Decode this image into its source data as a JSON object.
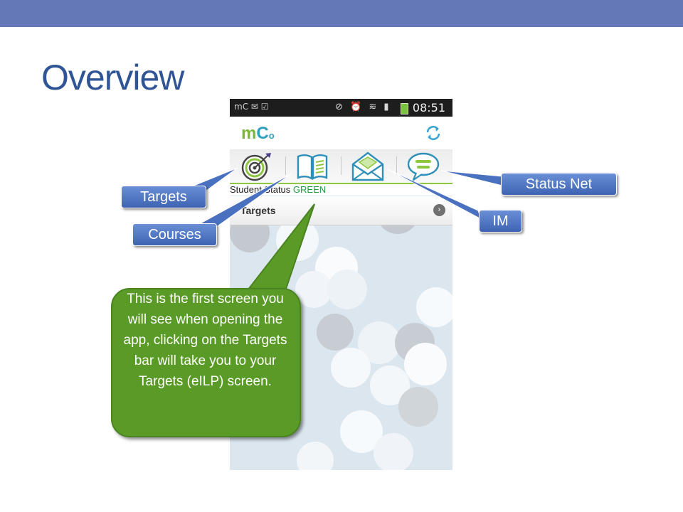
{
  "slide": {
    "title": "Overview"
  },
  "phone": {
    "status_bar": {
      "left_text": "mC",
      "time": "08:51"
    },
    "app": {
      "logo_m": "m",
      "logo_c": "C",
      "logo_o": "o",
      "student_status_label": "Student Status",
      "student_status_value": "GREEN",
      "targets_bar_label": "Targets"
    }
  },
  "callouts": {
    "targets": "Targets",
    "courses": "Courses",
    "status_net": "Status Net",
    "im": "IM",
    "info": "This is the first screen you will see when opening the app, clicking on the Targets bar will take you to your Targets (eILP) screen."
  },
  "colors": {
    "header_bar": "#6478b8",
    "title": "#2f5597",
    "callout_blue": "#4a70c0",
    "callout_green": "#5a9a26",
    "status_green": "#1f9e3e"
  }
}
